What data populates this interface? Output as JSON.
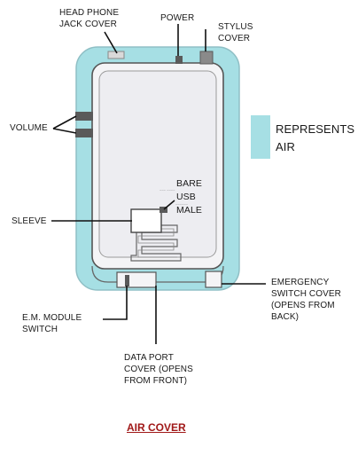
{
  "labels": {
    "headphone": [
      "HEAD PHONE",
      "JACK COVER"
    ],
    "power": "POWER",
    "stylus": [
      "STYLUS",
      "COVER"
    ],
    "volume": "VOLUME",
    "legend": [
      "REPRESENTS",
      "AIR"
    ],
    "bare_usb": [
      "BARE",
      "USB",
      "MALE"
    ],
    "sleeve": "SLEEVE",
    "emergency": [
      "EMERGENCY",
      "SWITCH COVER",
      "(OPENS FROM",
      "BACK)"
    ],
    "em_module": [
      "E.M. MODULE",
      "SWITCH"
    ],
    "data_port": [
      "DATA PORT",
      "COVER (OPENS",
      "FROM FRONT)"
    ]
  },
  "title": "AIR COVER",
  "colors": {
    "air": "#a6dfe4",
    "device_outline": "#6b6b6b",
    "button": "#5a5a5a",
    "title": "#a01818"
  }
}
